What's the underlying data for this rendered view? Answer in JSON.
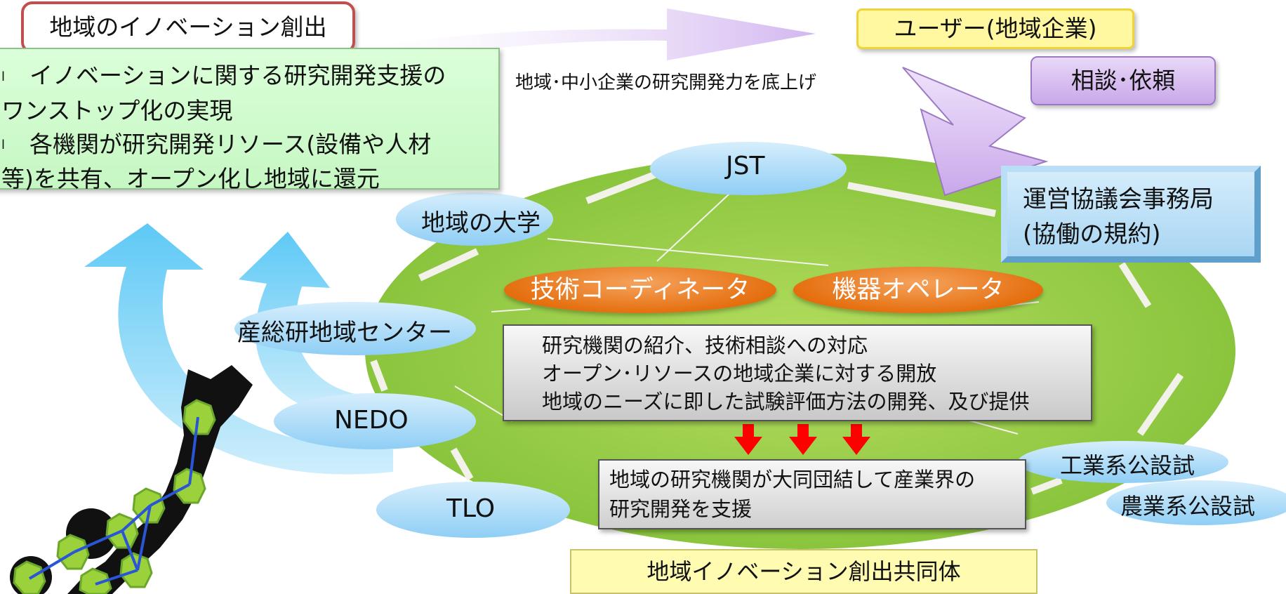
{
  "title": "地域のイノベーション創出",
  "bullets": [
    {
      "mark": "l",
      "text": "イノベーションに関する研究開発支援の"
    },
    {
      "mark": "",
      "text": "ワンストップ化の実現"
    },
    {
      "mark": "l",
      "text": "各機関が研究開発リソース(設備や人材"
    },
    {
      "mark": "",
      "text": "等)を共有、オープン化し地域に還元"
    }
  ],
  "subtitle": "地域･中小企業の研究開発力を底上げ",
  "user": "ユーザー(地域企業)",
  "consult": "相談･依頼",
  "secretariat": [
    "運営協議会事務局",
    "(協働の規約)"
  ],
  "institutions": {
    "jst": "JST",
    "university": "地域の大学",
    "aist": "産総研地域センター",
    "nedo": "NEDO",
    "tlo": "TLO",
    "industrial": "工業系公設試",
    "agricultural": "農業系公設試"
  },
  "roles": {
    "coordinator": "技術コーディネータ",
    "operator": "機器オペレータ"
  },
  "services": [
    "研究機関の紹介、技術相談への対応",
    "オープン･リソースの地域企業に対する開放",
    "地域のニーズに即した試験評価方法の開発、及び提供"
  ],
  "support": [
    "地域の研究機関が大同団結して産業界の",
    "研究開発を支援"
  ],
  "community": "地域イノベーション創出共同体",
  "colors": {
    "green_ellipse": "#8cc63e",
    "blue_blob": "#9fd7f8",
    "orange_pill": "#e46c0a",
    "red_arrow": "#ff0000",
    "purple_arrow": "#c9a7ea",
    "title_border": "#c0504d"
  }
}
